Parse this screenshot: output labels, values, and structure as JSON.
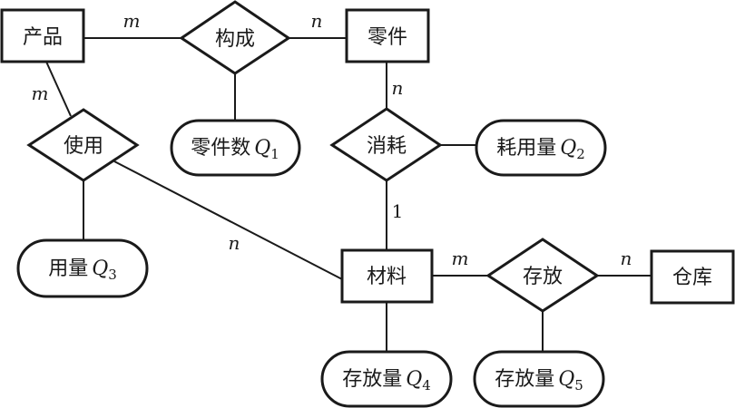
{
  "diagram": {
    "type": "ER diagram",
    "entities": {
      "product": "产品",
      "part": "零件",
      "material": "材料",
      "warehouse": "仓库"
    },
    "relationships": {
      "compose": "构成",
      "use": "使用",
      "consume": "消耗",
      "store": "存放"
    },
    "attributes": {
      "part_count": {
        "label": "零件数",
        "var": "Q",
        "sub": "1"
      },
      "consumption": {
        "label": "耗用量",
        "var": "Q",
        "sub": "2"
      },
      "usage": {
        "label": "用量",
        "var": "Q",
        "sub": "3"
      },
      "stock_material": {
        "label": "存放量",
        "var": "Q",
        "sub": "4"
      },
      "stock_store": {
        "label": "存放量",
        "var": "Q",
        "sub": "5"
      }
    },
    "cardinalities": {
      "product_compose": "m",
      "compose_part": "n",
      "product_use": "m",
      "use_material": "n",
      "part_consume": "n",
      "consume_material": "1",
      "material_store": "m",
      "store_warehouse": "n"
    }
  }
}
